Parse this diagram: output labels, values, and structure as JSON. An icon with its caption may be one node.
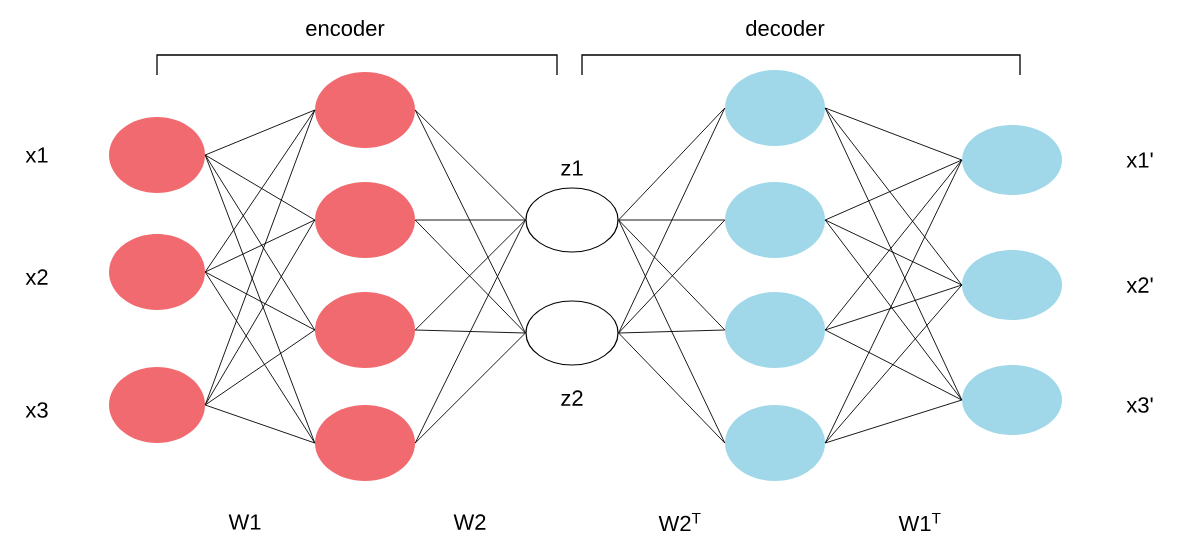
{
  "diagram": {
    "nodes": [
      {
        "text": [],
        "shape": "circle",
        "beside": [
          "x1"
        ]
      },
      {
        "text": [],
        "shape": "circle",
        "beside": [
          "x2"
        ]
      },
      {
        "text": [],
        "shape": "circle",
        "beside": [
          "x3"
        ]
      },
      {
        "text": [],
        "shape": "circle"
      },
      {
        "text": [],
        "shape": "circle"
      },
      {
        "text": [],
        "shape": "circle"
      },
      {
        "text": [],
        "shape": "circle"
      },
      {
        "text": [],
        "shape": "circle",
        "beside": [
          "z1"
        ]
      },
      {
        "text": [],
        "shape": "circle",
        "beside": [
          "z2"
        ]
      },
      {
        "text": [],
        "shape": "circle"
      },
      {
        "text": [],
        "shape": "circle"
      },
      {
        "text": [],
        "shape": "circle"
      },
      {
        "text": [],
        "shape": "circle"
      },
      {
        "text": [],
        "shape": "circle",
        "beside": [
          "x1'"
        ]
      },
      {
        "text": [],
        "shape": "circle",
        "beside": [
          "x2'"
        ]
      },
      {
        "text": [],
        "shape": "circle",
        "beside": [
          "x3'"
        ]
      }
    ],
    "edges": [
      {
        "from": 0,
        "to": 3,
        "arrow": "none"
      },
      {
        "from": 0,
        "to": 4,
        "arrow": "none"
      },
      {
        "from": 0,
        "to": 5,
        "arrow": "none"
      },
      {
        "from": 0,
        "to": 6,
        "arrow": "none"
      },
      {
        "from": 1,
        "to": 3,
        "arrow": "none"
      },
      {
        "from": 1,
        "to": 4,
        "arrow": "none"
      },
      {
        "from": 1,
        "to": 5,
        "arrow": "none"
      },
      {
        "from": 1,
        "to": 6,
        "arrow": "none"
      },
      {
        "from": 2,
        "to": 3,
        "arrow": "none"
      },
      {
        "from": 2,
        "to": 4,
        "arrow": "none"
      },
      {
        "from": 2,
        "to": 5,
        "arrow": "none"
      },
      {
        "from": 2,
        "to": 6,
        "arrow": "none"
      },
      {
        "from": 3,
        "to": 7,
        "arrow": "none"
      },
      {
        "from": 3,
        "to": 8,
        "arrow": "none"
      },
      {
        "from": 4,
        "to": 7,
        "arrow": "none"
      },
      {
        "from": 4,
        "to": 8,
        "arrow": "none"
      },
      {
        "from": 5,
        "to": 7,
        "arrow": "none"
      },
      {
        "from": 5,
        "to": 8,
        "arrow": "none"
      },
      {
        "from": 6,
        "to": 7,
        "arrow": "none"
      },
      {
        "from": 6,
        "to": 8,
        "arrow": "none"
      },
      {
        "from": 7,
        "to": 9,
        "arrow": "none"
      },
      {
        "from": 7,
        "to": 10,
        "arrow": "none"
      },
      {
        "from": 7,
        "to": 11,
        "arrow": "none"
      },
      {
        "from": 7,
        "to": 12,
        "arrow": "none"
      },
      {
        "from": 8,
        "to": 9,
        "arrow": "none"
      },
      {
        "from": 8,
        "to": 10,
        "arrow": "none"
      },
      {
        "from": 8,
        "to": 11,
        "arrow": "none"
      },
      {
        "from": 8,
        "to": 12,
        "arrow": "none"
      },
      {
        "from": 9,
        "to": 13,
        "arrow": "none"
      },
      {
        "from": 9,
        "to": 14,
        "arrow": "none"
      },
      {
        "from": 9,
        "to": 15,
        "arrow": "none"
      },
      {
        "from": 10,
        "to": 13,
        "arrow": "none"
      },
      {
        "from": 10,
        "to": 14,
        "arrow": "none"
      },
      {
        "from": 10,
        "to": 15,
        "arrow": "none"
      },
      {
        "from": 11,
        "to": 13,
        "arrow": "none"
      },
      {
        "from": 11,
        "to": 14,
        "arrow": "none"
      },
      {
        "from": 11,
        "to": 15,
        "arrow": "none"
      },
      {
        "from": 12,
        "to": 13,
        "arrow": "none"
      },
      {
        "from": 12,
        "to": 14,
        "arrow": "none"
      },
      {
        "from": 12,
        "to": 15,
        "arrow": "none"
      }
    ],
    "labels": [
      "encoder",
      "decoder",
      "W1",
      "W2",
      "W2$^{T}$",
      "W1$^{T}$"
    ]
  }
}
